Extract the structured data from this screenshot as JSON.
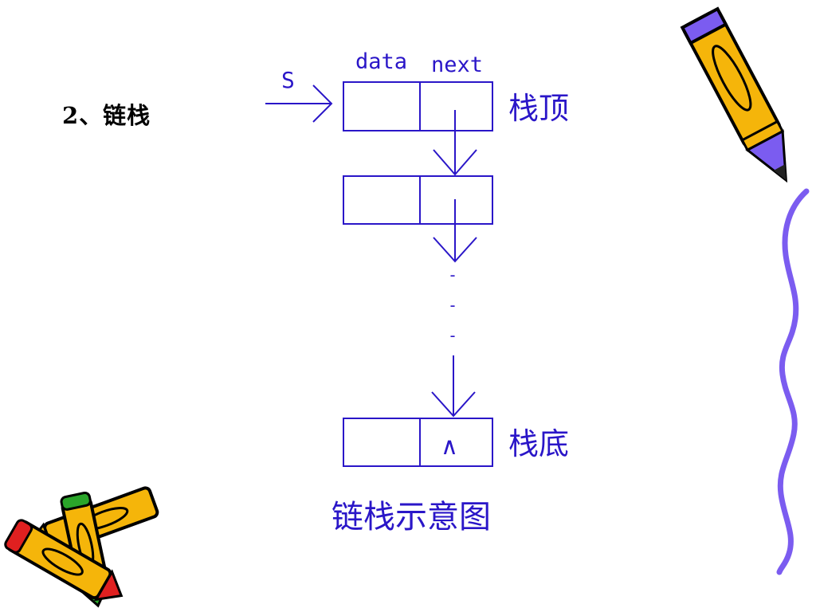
{
  "slide": {
    "heading": "2、链栈"
  },
  "diagram": {
    "pointer_label": "S",
    "field_labels": {
      "data": "data",
      "next": "next"
    },
    "top_label": "栈顶",
    "bottom_label": "栈底",
    "null_symbol": "∧",
    "ellipsis_dots": [
      "-",
      "-",
      "-"
    ],
    "caption": "链栈示意图",
    "stroke_color": "#2a16c8",
    "text_color": "#2a16c8"
  },
  "decorations": {
    "pencil_color": "#f5b50a",
    "pencil_tip_color": "#7b5cf0",
    "squiggle_color": "#7b5cf0",
    "crayon_green": "#2aa52a",
    "crayon_red": "#e02020"
  }
}
